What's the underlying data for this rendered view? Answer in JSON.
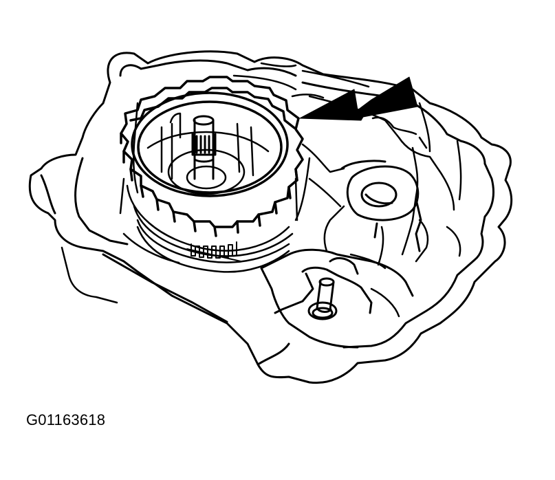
{
  "figure": {
    "caption_id": "G01163618",
    "subject": "transmission case with clutch plate / snap ring assembly",
    "callout": "double-arrow-pointer",
    "colors": {
      "line": "#000000",
      "background": "#ffffff"
    }
  }
}
